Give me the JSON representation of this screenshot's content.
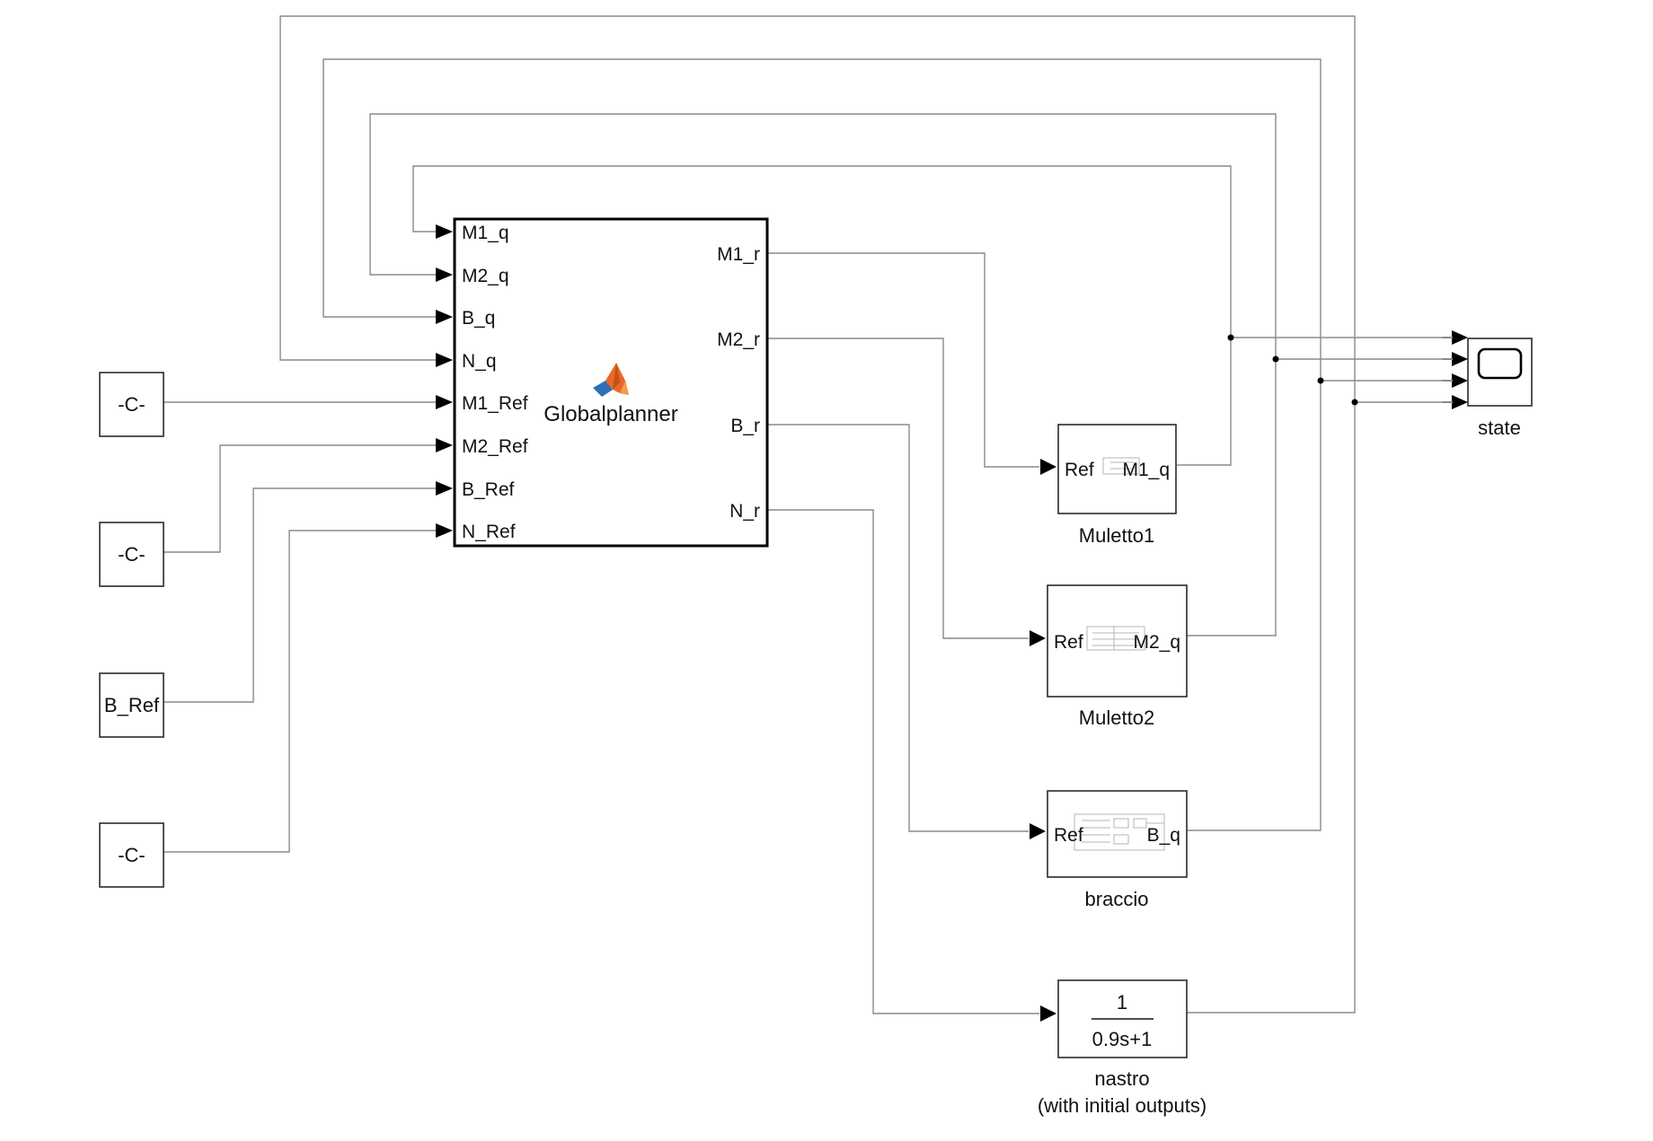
{
  "main_block": {
    "name": "Globalplanner",
    "inputs": [
      "M1_q",
      "M2_q",
      "B_q",
      "N_q",
      "M1_Ref",
      "M2_Ref",
      "B_Ref",
      "N_Ref"
    ],
    "outputs": [
      "M1_r",
      "M2_r",
      "B_r",
      "N_r"
    ],
    "icon": "matlab-logo-icon"
  },
  "constants": [
    {
      "label": "-C-"
    },
    {
      "label": "-C-"
    },
    {
      "label": "B_Ref"
    },
    {
      "label": "-C-"
    }
  ],
  "subsystems": {
    "muletto1": {
      "name": "Muletto1",
      "in_port": "Ref",
      "out_port": "M1_q"
    },
    "muletto2": {
      "name": "Muletto2",
      "in_port": "Ref",
      "out_port": "M2_q"
    },
    "braccio": {
      "name": "braccio",
      "in_port": "Ref",
      "out_port": "B_q"
    }
  },
  "transfer_fn": {
    "numerator": "1",
    "denominator": "0.9s+1",
    "name_line1": "nastro",
    "name_line2": "(with initial outputs)"
  },
  "scope": {
    "name": "state",
    "icon": "scope-screen-icon"
  },
  "colors": {
    "wire": "#8a8a8a",
    "block_border": "#2a2a2a",
    "matlab_logo_orange": "#e8692a",
    "matlab_logo_blue": "#2f6fb5"
  }
}
